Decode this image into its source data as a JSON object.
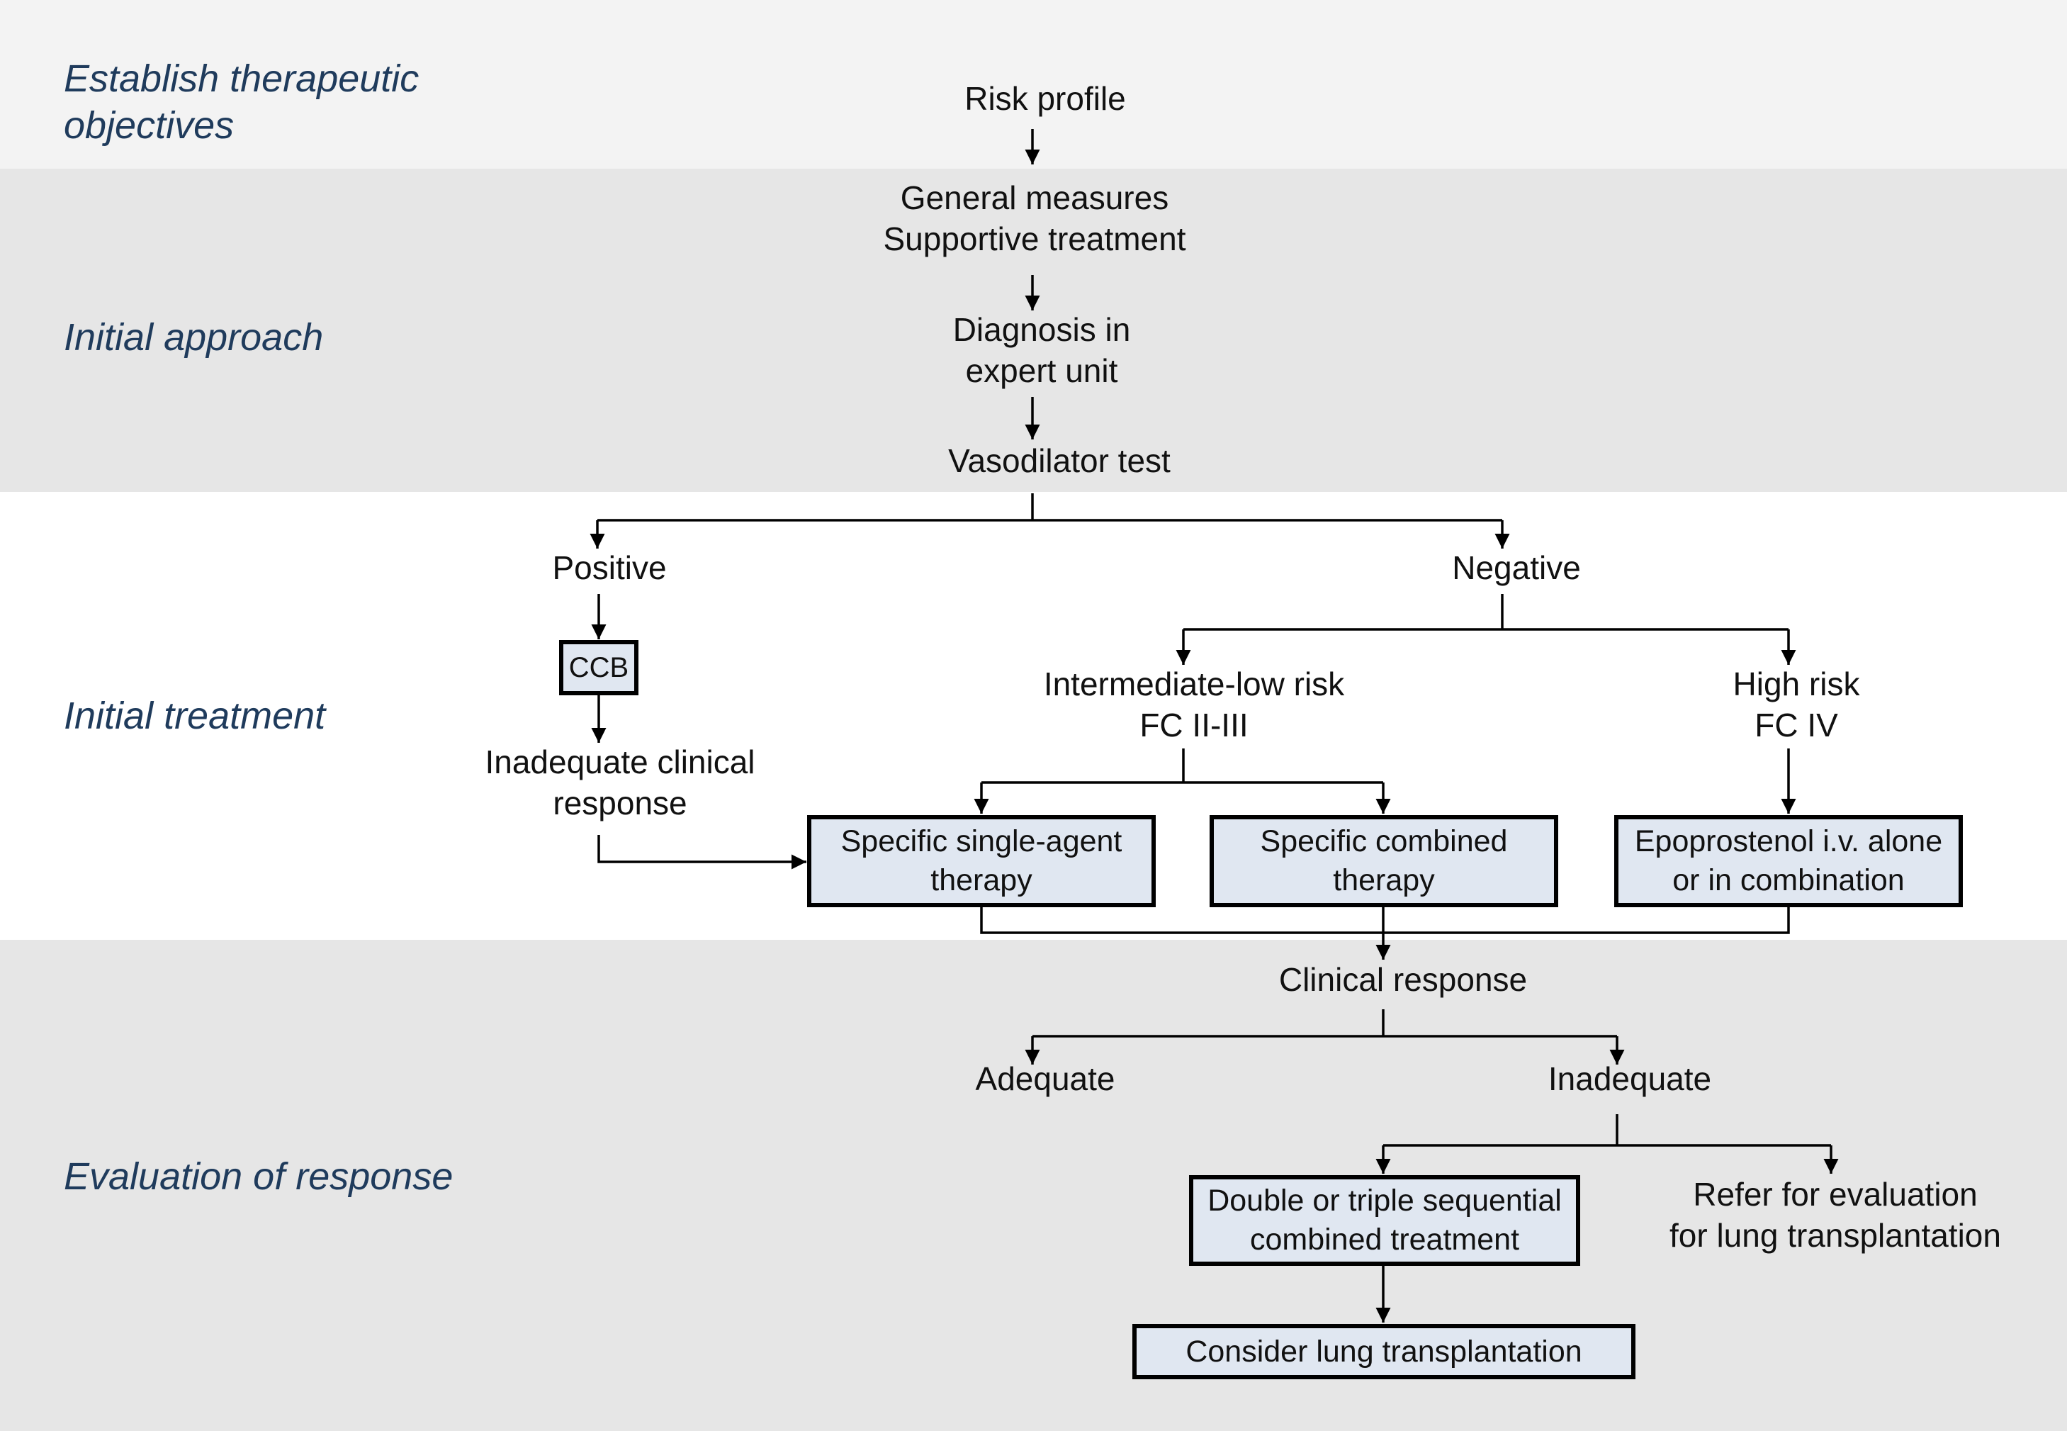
{
  "sections": [
    {
      "label_lines": [
        "Establish therapeutic",
        "objectives"
      ]
    },
    {
      "label_lines": [
        "Initial approach"
      ]
    },
    {
      "label_lines": [
        "Initial treatment"
      ]
    },
    {
      "label_lines": [
        "Evaluation of response"
      ]
    }
  ],
  "nodes": {
    "risk_profile": [
      "Risk profile"
    ],
    "general_measures": [
      "General measures",
      "Supportive treatment"
    ],
    "diagnosis": [
      "Diagnosis in",
      "expert unit"
    ],
    "vasodilator_test": [
      "Vasodilator test"
    ],
    "positive": [
      "Positive"
    ],
    "negative": [
      "Negative"
    ],
    "ccb": [
      "CCB"
    ],
    "inadequate_clinical_response": [
      "Inadequate clinical",
      "response"
    ],
    "intermediate_low_risk": [
      "Intermediate-low risk",
      "FC II-III"
    ],
    "high_risk": [
      "High risk",
      "FC IV"
    ],
    "single_agent": [
      "Specific single-agent",
      "therapy"
    ],
    "combined_therapy": [
      "Specific combined",
      "therapy"
    ],
    "epoprostenol": [
      "Epoprostenol i.v. alone",
      "or in combination"
    ],
    "clinical_response": [
      "Clinical response"
    ],
    "adequate": [
      "Adequate"
    ],
    "inadequate": [
      "Inadequate"
    ],
    "double_triple": [
      "Double or triple sequential",
      "combined treatment"
    ],
    "refer_evaluation": [
      "Refer for evaluation",
      "for lung transplantation"
    ],
    "consider_transplant": [
      "Consider lung transplantation"
    ]
  },
  "colors": {
    "band_top": "#f3f3f3",
    "band_grey": "#e6e6e6",
    "band_white": "#ffffff",
    "section_label": "#1f3b5c",
    "box_fill": "#e0e7f1",
    "line": "#000000"
  }
}
